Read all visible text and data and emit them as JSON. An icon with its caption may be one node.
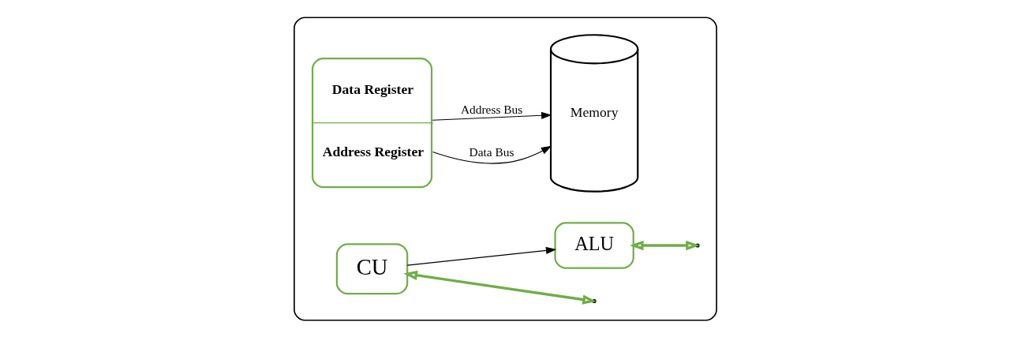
{
  "diagram": {
    "nodes": [
      {
        "text": [],
        "shape": "box"
      },
      {
        "text": [
          "Data Register",
          "Address Register"
        ],
        "in": 0
      },
      {
        "text": [
          "CU"
        ],
        "in": 0
      },
      {
        "text": [
          "ALU"
        ],
        "in": 0
      },
      {
        "text": [
          "Memory"
        ],
        "in": 0
      }
    ],
    "edges": [
      {
        "from": 1,
        "to": 4,
        "arrow": "to",
        "label": "Data Bus"
      },
      {
        "from": 1,
        "to": 4,
        "arrow": "to",
        "label": "Address Bus"
      },
      {
        "from": 2,
        "to": 3,
        "arrow": "to"
      },
      {
        "from": 3,
        "to": null,
        "arrow": "both",
        "style": "thick",
        "color": "#70ad47"
      },
      {
        "from": 2,
        "to": null,
        "arrow": "both",
        "style": "thick",
        "color": "#70ad47"
      }
    ]
  }
}
